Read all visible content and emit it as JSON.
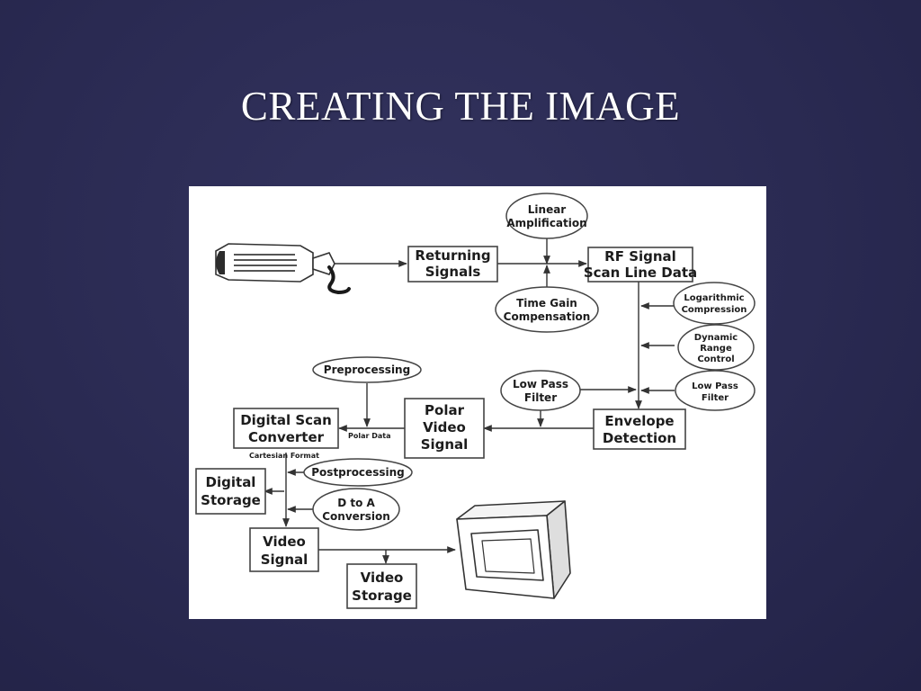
{
  "slide": {
    "title": "CREATING THE IMAGE"
  },
  "diagram": {
    "boxes": {
      "returning_signals": [
        "Returning",
        "Signals"
      ],
      "rf_signal": [
        "RF Signal",
        "Scan Line Data"
      ],
      "envelope_detection": [
        "Envelope",
        "Detection"
      ],
      "polar_video_signal": [
        "Polar",
        "Video",
        "Signal"
      ],
      "digital_scan_converter": [
        "Digital Scan",
        "Converter"
      ],
      "digital_storage": [
        "Digital",
        "Storage"
      ],
      "video_signal": [
        "Video",
        "Signal"
      ],
      "video_storage": [
        "Video",
        "Storage"
      ]
    },
    "ellipses": {
      "linear_amplification": [
        "Linear",
        "Amplification"
      ],
      "time_gain_compensation": [
        "Time Gain",
        "Compensation"
      ],
      "logarithmic_compression": [
        "Logarithmic",
        "Compression"
      ],
      "dynamic_range_control": [
        "Dynamic",
        "Range",
        "Control"
      ],
      "low_pass_filter_right": [
        "Low Pass",
        "Filter"
      ],
      "low_pass_filter_left": [
        "Low Pass",
        "Filter"
      ],
      "preprocessing": [
        "Preprocessing"
      ],
      "postprocessing": [
        "Postprocessing"
      ],
      "d_to_a_conversion": [
        "D to A",
        "Conversion"
      ]
    },
    "annotations": {
      "polar_data": "Polar Data",
      "cartesian_format": "Cartesian Format"
    },
    "icons": [
      "ultrasound-transducer-icon",
      "monitor-icon"
    ]
  }
}
